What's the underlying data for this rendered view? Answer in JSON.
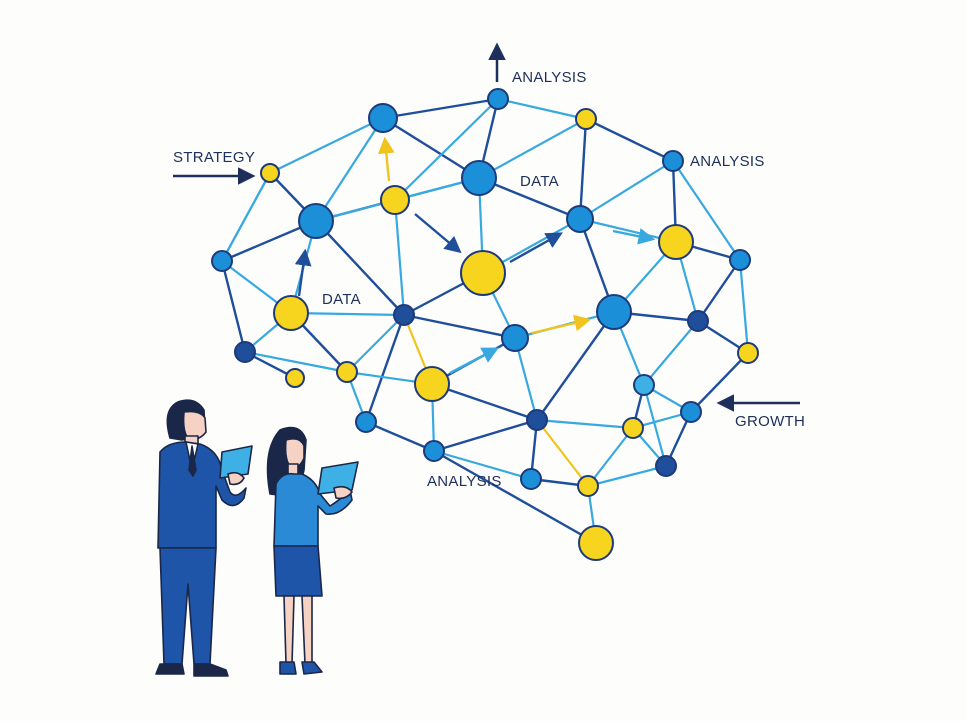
{
  "labels": {
    "analysis_top": "ANALYSIS",
    "analysis_right": "ANALYSIS",
    "analysis_bottom": "ANALYSIS",
    "strategy": "STRATEGY",
    "data_center": "DATA",
    "data_left": "DATA",
    "growth": "GROWTH"
  },
  "colors": {
    "background": "#fdfdfb",
    "dark_blue": "#1f4e9b",
    "mid_blue": "#1c8fd9",
    "light_blue": "#3fb0e6",
    "yellow": "#f7d51f",
    "edge_dark": "#1f4e9b",
    "edge_light": "#38a9e0",
    "edge_yellow": "#f0c41c",
    "suit": "#1f55a8",
    "woman_top": "#2a8ad6",
    "skirt": "#1f55a8",
    "hair": "#1a2748",
    "skin": "#f6d2c4"
  },
  "icons": {
    "people": "two-business-people-icon",
    "tablet": "tablet-icon",
    "arrow": "arrow-icon"
  }
}
